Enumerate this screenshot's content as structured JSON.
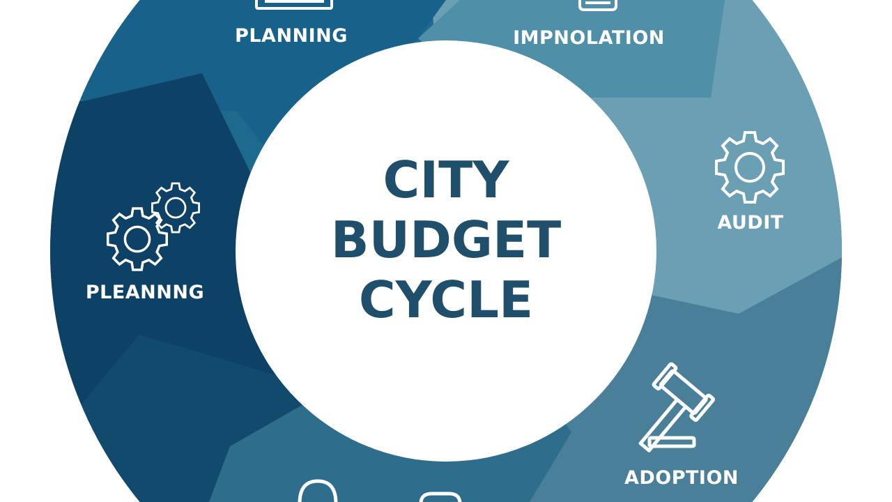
{
  "center_title": {
    "line1": "CITY",
    "line2": "BUDGET",
    "line3": "CYCLE"
  },
  "stages": [
    {
      "label": "PLANNING",
      "icon": "document-icon"
    },
    {
      "label": "IMPNOLATION",
      "icon": "lightbulb-icon"
    },
    {
      "label": "AUDIT",
      "icon": "gear-icon"
    },
    {
      "label": "ADOPTION",
      "icon": "gavel-icon"
    },
    {
      "label": "PLEANNNG",
      "icon": "gears-icon"
    }
  ],
  "colors": {
    "background": "#ffffff",
    "center_fill": "#ffffff",
    "title_text": "#1f4f6b",
    "label_text": "#ffffff",
    "segment_light": "#6a9fb4",
    "segment_teal": "#4f8fa8",
    "segment_mid": "#1d6a8e",
    "segment_dark": "#124a6e",
    "segment_deep": "#0e4166"
  }
}
